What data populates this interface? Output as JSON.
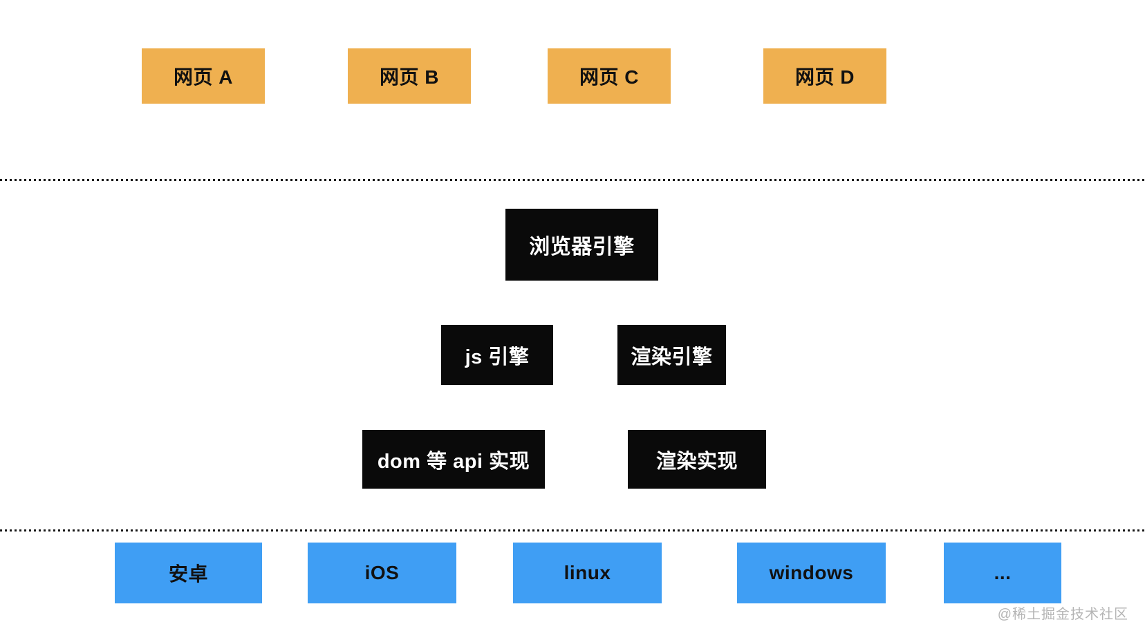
{
  "diagram": {
    "webpage_row": [
      {
        "label": "网页 A"
      },
      {
        "label": "网页 B"
      },
      {
        "label": "网页 C"
      },
      {
        "label": "网页 D"
      }
    ],
    "browser_engine": {
      "label": "浏览器引擎"
    },
    "engine_row": [
      {
        "label": "js 引擎"
      },
      {
        "label": "渲染引擎"
      }
    ],
    "implementation_row": [
      {
        "label": "dom 等 api 实现"
      },
      {
        "label": "渲染实现"
      }
    ],
    "platform_row": [
      {
        "label": "安卓"
      },
      {
        "label": "iOS"
      },
      {
        "label": "linux"
      },
      {
        "label": "windows"
      },
      {
        "label": "..."
      }
    ],
    "watermark": "@稀土掘金技术社区",
    "colors": {
      "background": "#ffffff",
      "webpage_box": "#efb050",
      "engine_box": "#0a0a0a",
      "engine_text": "#ffffff",
      "box_text": "#111111",
      "platform_box": "#3f9ef4",
      "divider": "#151515",
      "watermark": "#b5b5b5"
    }
  }
}
